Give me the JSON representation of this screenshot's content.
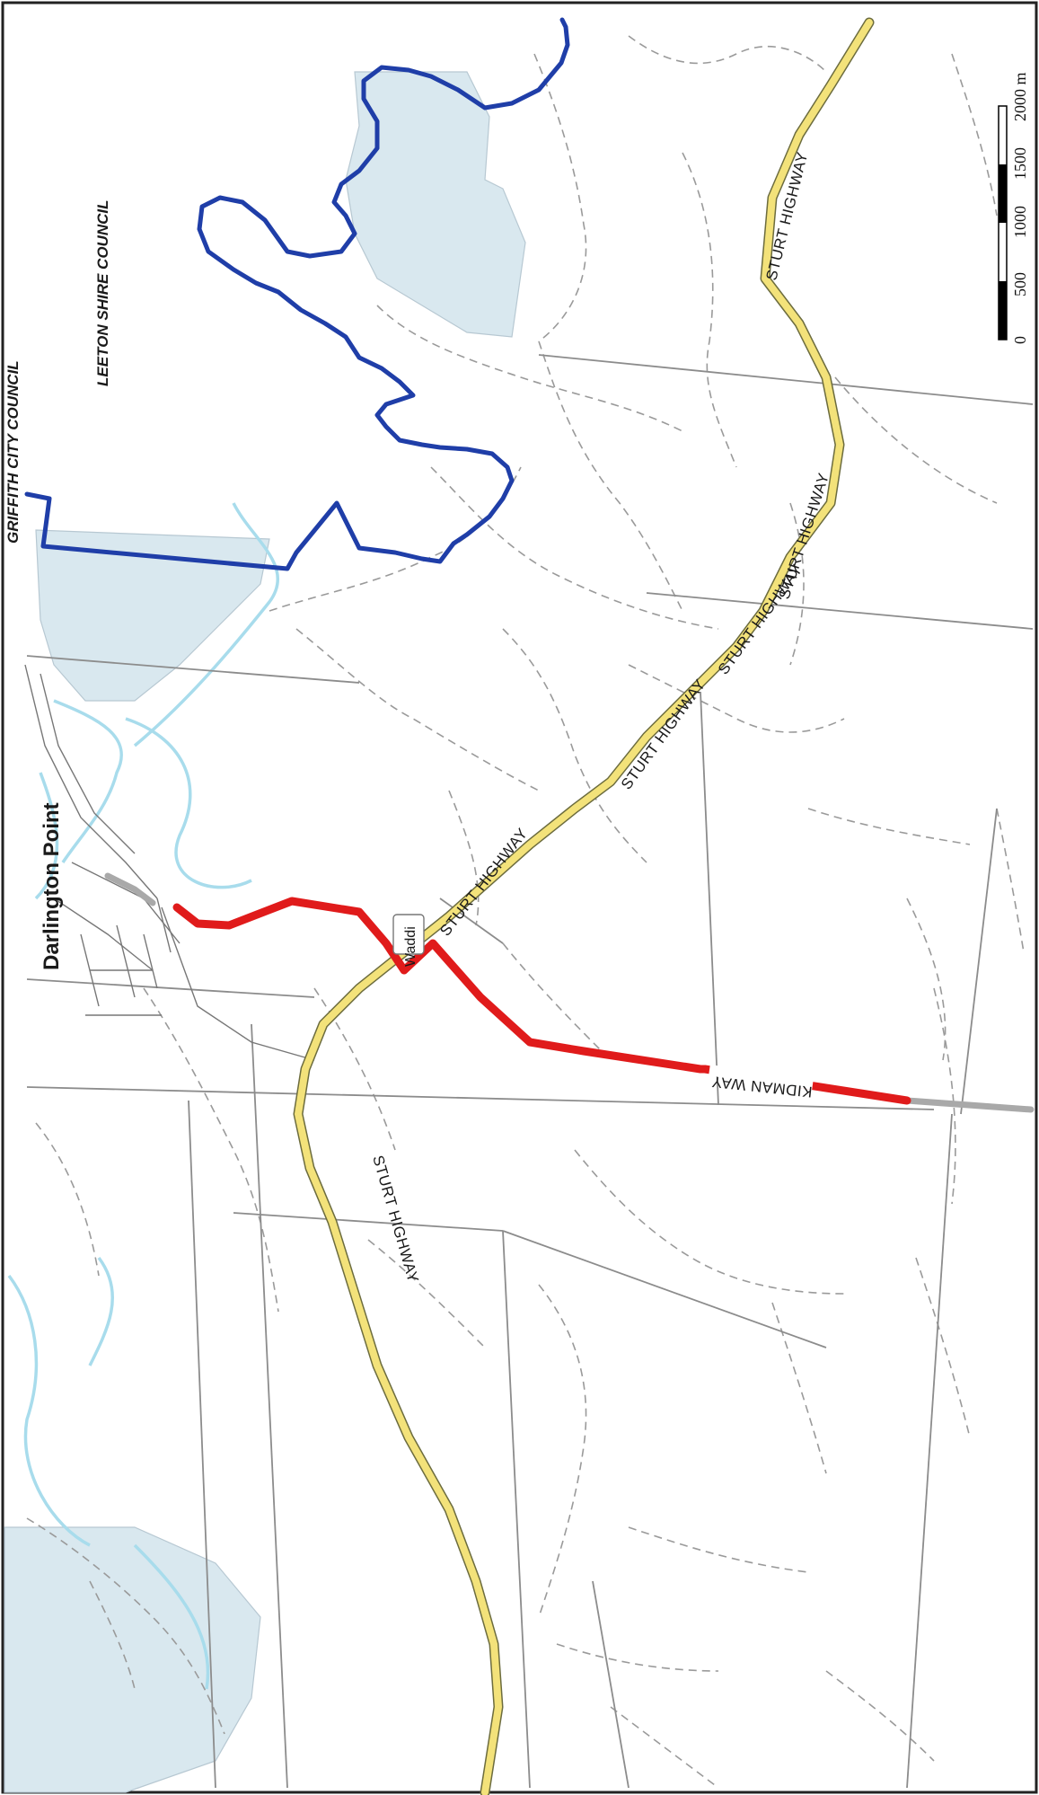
{
  "map": {
    "labels": {
      "town": "Darlington Point",
      "locality": "Waddi",
      "council_right": "LEETON SHIRE COUNCIL",
      "council_left": "GRIFFITH CITY COUNCIL",
      "highway": "STURT HIGHWAY",
      "route": "KIDMAN WAY"
    },
    "scale_bar": {
      "ticks": [
        "0",
        "500",
        "1000",
        "1500",
        "2000 m"
      ]
    },
    "colors": {
      "highway": "#f3e27a",
      "route": "#e01b1b",
      "boundary": "#1f3ea8",
      "state_land": "#d9e8ef",
      "water": "#a8dcec"
    }
  }
}
